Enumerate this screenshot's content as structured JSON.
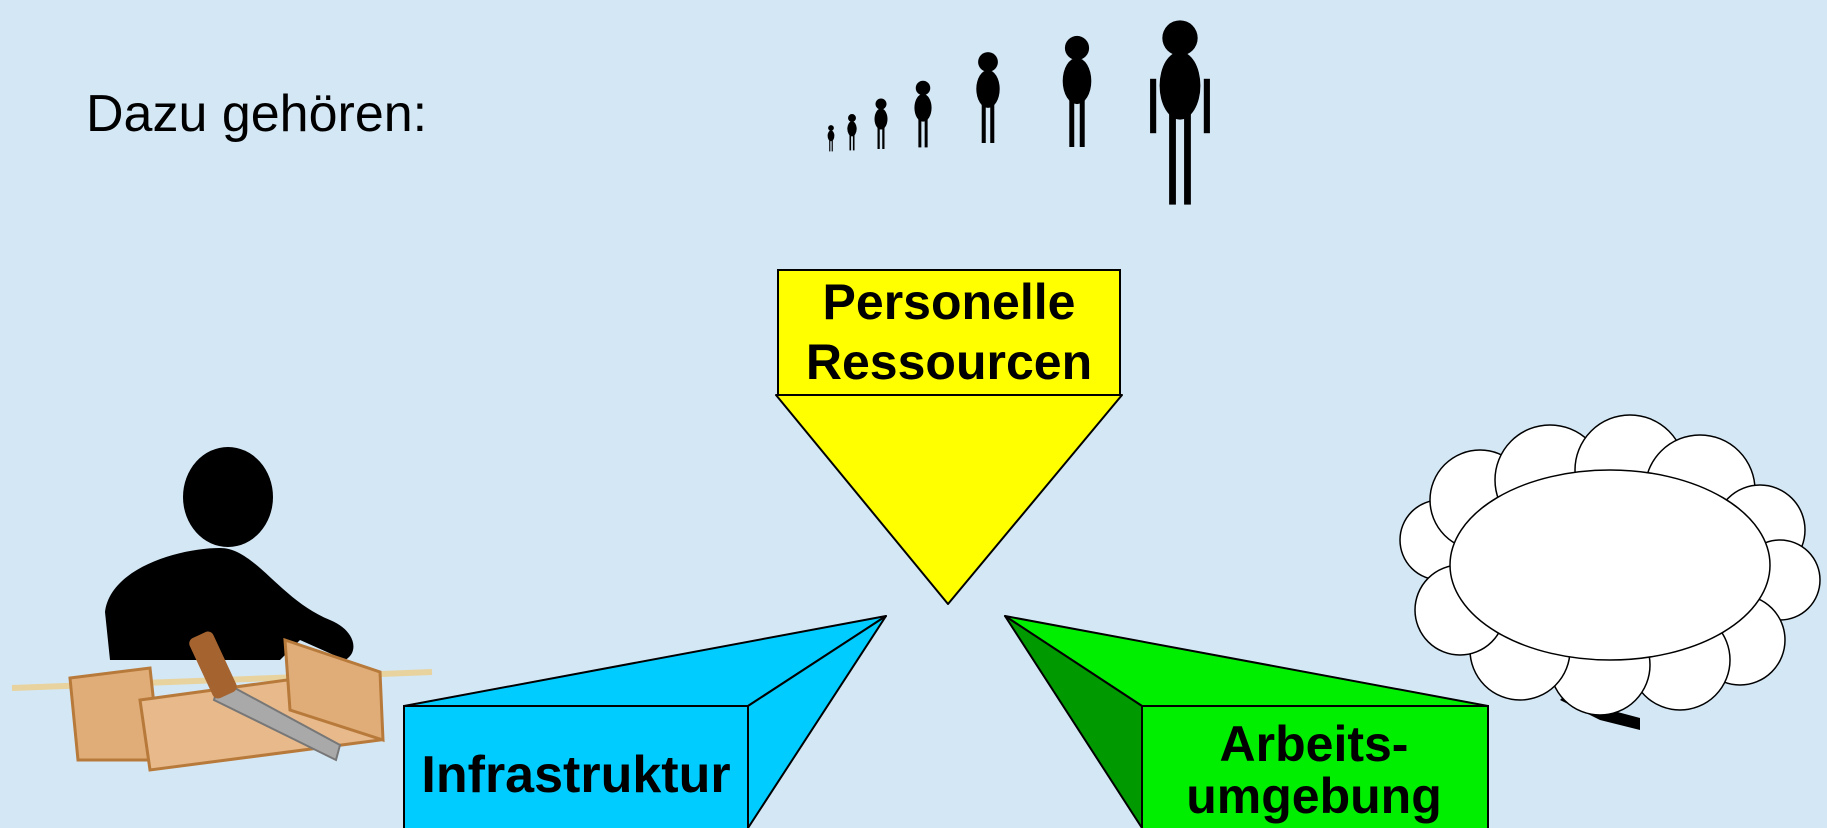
{
  "slide": {
    "intro_text": "Dazu gehören:",
    "blocks": {
      "personell": {
        "line1": "Personelle",
        "line2": "Ressourcen",
        "color": "#ffff00"
      },
      "infrastruktur": {
        "label": "Infrastruktur",
        "color": "#00ccff"
      },
      "arbeitsumgebung": {
        "line1": "Arbeits-",
        "line2": "umgebung",
        "color": "#00ee00",
        "side_color": "#009900"
      }
    },
    "background": "#d4e7f5",
    "illustrations": [
      "walking-figures-icon",
      "carpenter-sawing-icon",
      "figure-in-cloud-icon"
    ]
  }
}
